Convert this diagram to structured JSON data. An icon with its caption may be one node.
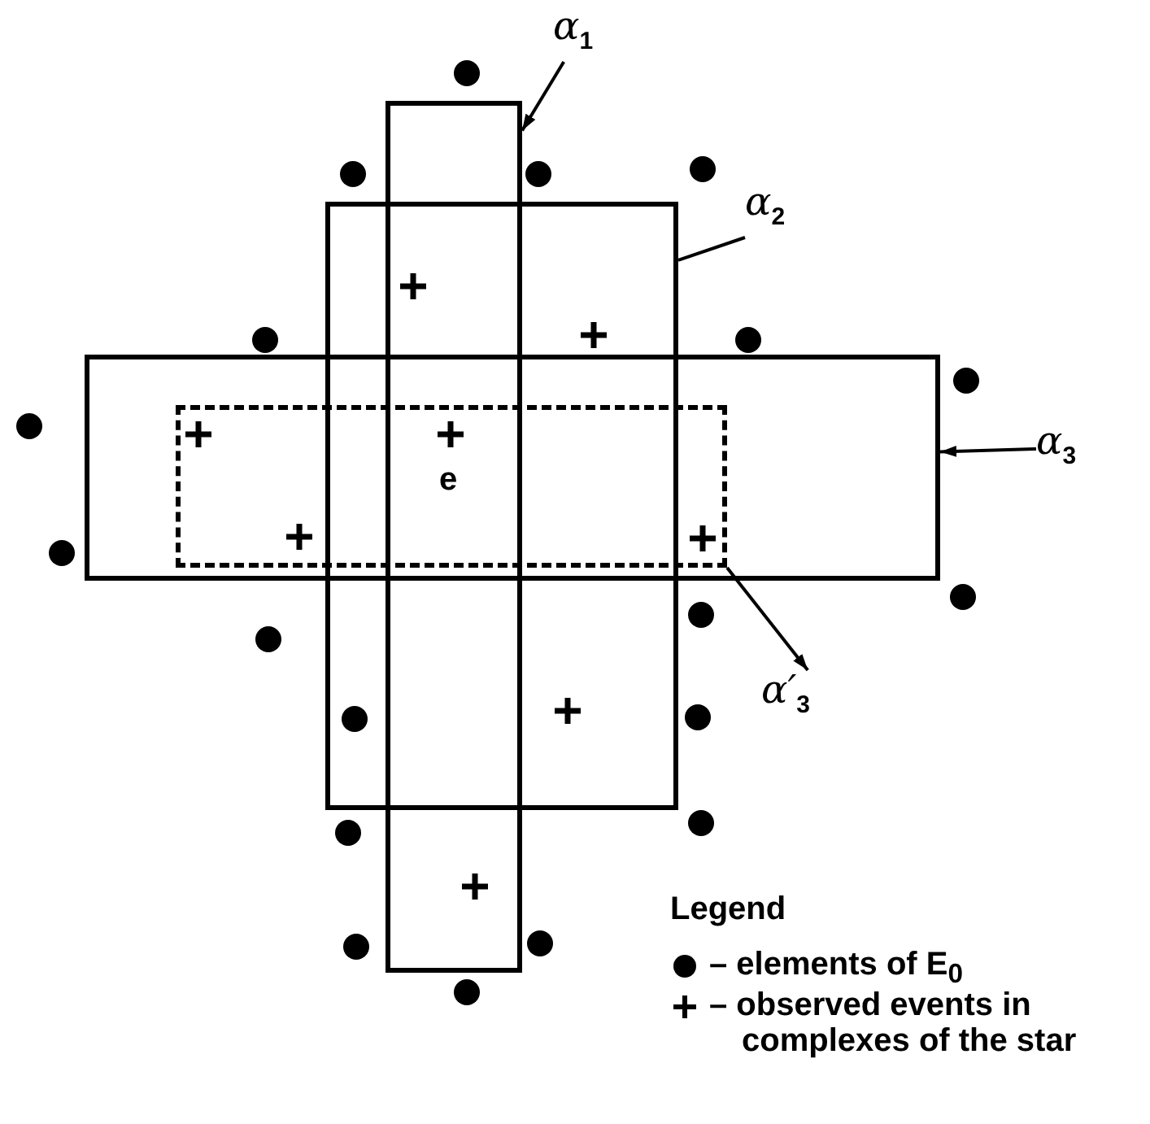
{
  "diagram": {
    "nodes": [
      {
        "text": [
          "α$_{1}$"
        ]
      },
      {
        "text": [],
        "shape": "box"
      },
      {
        "text": [
          "α$_{2}$"
        ]
      },
      {
        "text": [],
        "shape": "box"
      },
      {
        "text": [],
        "shape": "box"
      },
      {
        "text": [
          "α$_{3}$"
        ]
      },
      {
        "text": [],
        "shape": "box",
        "in": 4
      },
      {
        "text": [
          "α′$_{3}$"
        ]
      }
    ],
    "edges": [
      {
        "from": 0,
        "to": 1,
        "arrow": "to"
      },
      {
        "from": 2,
        "to": 3,
        "arrow": "none"
      },
      {
        "from": 5,
        "to": 4,
        "arrow": "to"
      },
      {
        "from": 6,
        "to": 7,
        "arrow": "to"
      }
    ],
    "labels": [
      "e",
      "Legend"
    ],
    "legend": [
      {
        "text": "– elements of E$_{0}$"
      },
      {
        "text": "– observed events in complexes of the star"
      }
    ]
  }
}
